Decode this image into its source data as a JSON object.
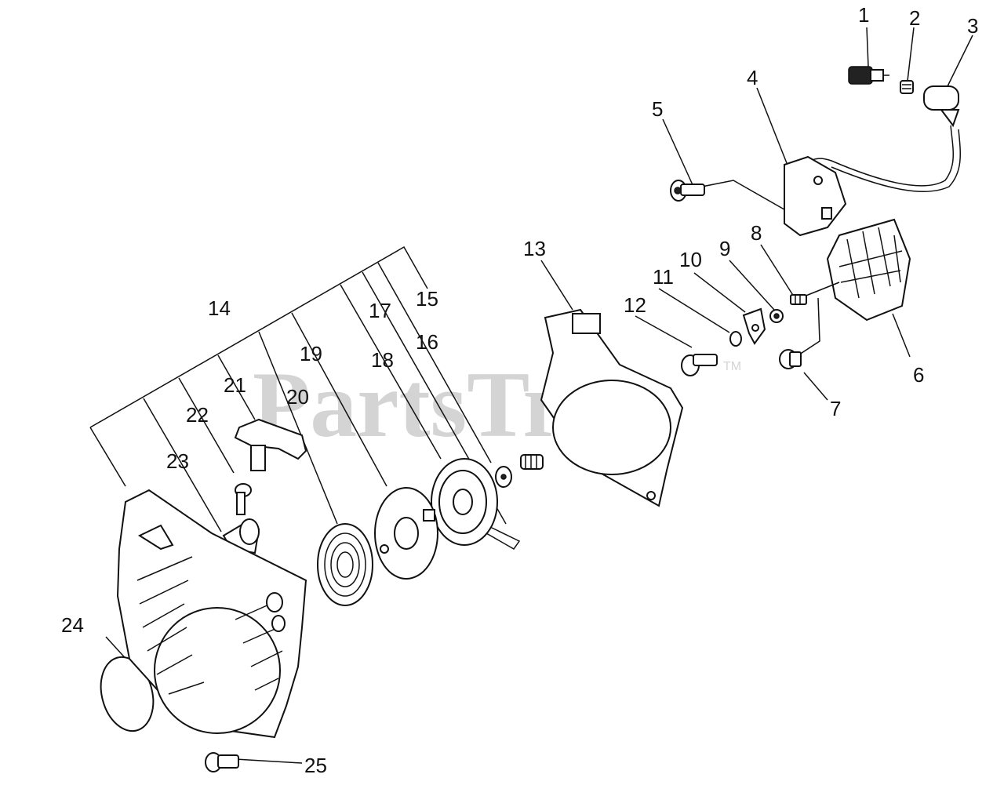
{
  "watermark": {
    "text": "PartsTree",
    "trademark": "TM"
  },
  "callouts": [
    "1",
    "2",
    "3",
    "4",
    "5",
    "6",
    "7",
    "8",
    "9",
    "10",
    "11",
    "12",
    "13",
    "14",
    "15",
    "16",
    "17",
    "18",
    "19",
    "20",
    "21",
    "22",
    "23",
    "24",
    "25"
  ],
  "colors": {
    "line": "#111111",
    "watermark": "#d4d4d4",
    "background": "#ffffff"
  }
}
